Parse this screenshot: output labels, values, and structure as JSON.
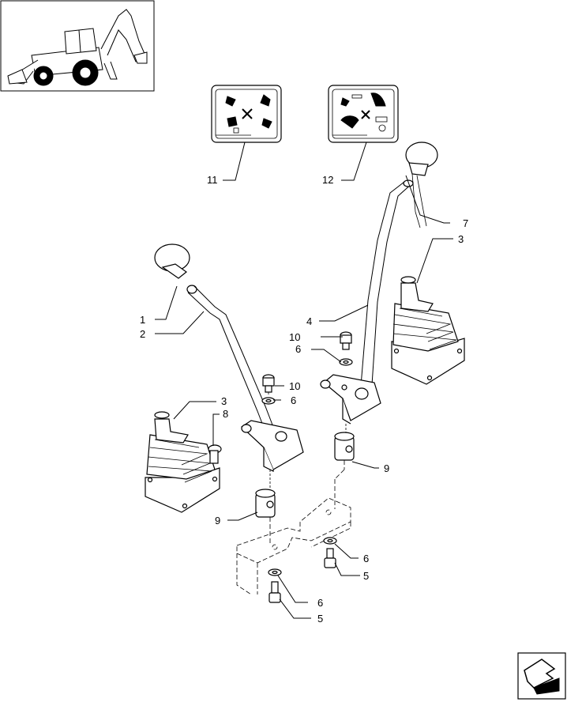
{
  "callouts": {
    "c1": "1",
    "c2": "2",
    "c3a": "3",
    "c3b": "3",
    "c4": "4",
    "c5a": "5",
    "c5b": "5",
    "c6a": "6",
    "c6b": "6",
    "c6c": "6",
    "c6d": "6",
    "c7": "7",
    "c8": "8",
    "c9a": "9",
    "c9b": "9",
    "c10a": "10",
    "c10b": "10",
    "c11": "11",
    "c12": "12"
  },
  "icons": {
    "thumbnail": "backhoe-loader-icon",
    "decal_left": "control-pattern-decal-icon",
    "decal_right": "control-pattern-decal-icon",
    "nav": "next-page-arrow-icon"
  }
}
